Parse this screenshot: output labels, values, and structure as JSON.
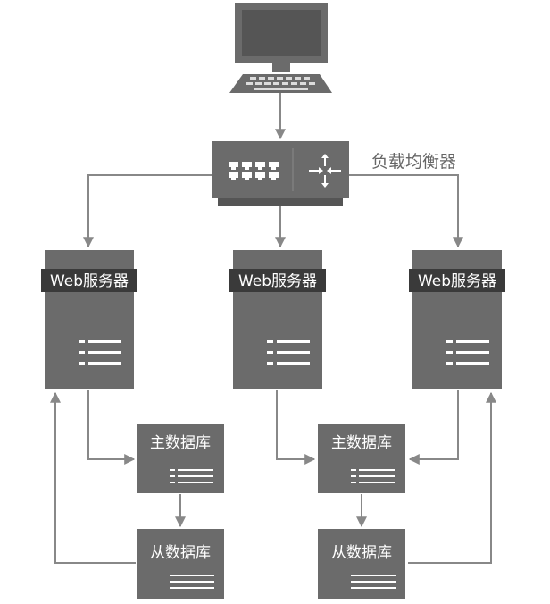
{
  "load_balancer": {
    "label": "负载均衡器"
  },
  "web_servers": [
    {
      "label": "Web服务器"
    },
    {
      "label": "Web服务器"
    },
    {
      "label": "Web服务器"
    }
  ],
  "master_dbs": [
    {
      "label": "主数据库"
    },
    {
      "label": "主数据库"
    }
  ],
  "slave_dbs": [
    {
      "label": "从数据库"
    },
    {
      "label": "从数据库"
    }
  ],
  "colors": {
    "node_fill": "#6b6b6b",
    "line": "#888888",
    "label_bg": "#3a3a3a",
    "text_light": "#ffffff",
    "text_gray": "#666666"
  },
  "icons": {
    "client": "desktop-computer-icon",
    "router_ports": "network-ports-icon",
    "router_arrows": "routing-arrows-icon",
    "server_lines": "server-lines-icon"
  }
}
